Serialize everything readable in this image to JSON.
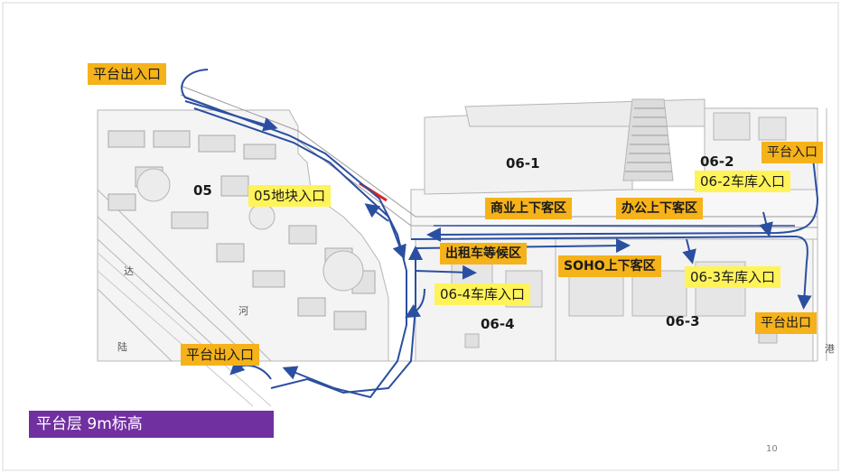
{
  "plots": {
    "p05": "05",
    "p061": "06-1",
    "p062": "06-2",
    "p063": "06-3",
    "p064": "06-4"
  },
  "labels": {
    "platform_exit_entry_top": "平台出入口",
    "platform_exit_entry_bottom": "平台出入口",
    "platform_entry": "平台入口",
    "platform_exit": "平台出口",
    "block05_entry": "05地块入口",
    "garage_062": "06-2车库入口",
    "garage_063": "06-3车库入口",
    "garage_064": "06-4车库入口",
    "commercial_dropoff": "商业上下客区",
    "office_dropoff": "办公上下客区",
    "taxi_waiting": "出租车等候区",
    "soho_dropoff": "SOHO上下客区"
  },
  "road_chars": {
    "da": "达",
    "he": "河",
    "lu": "陆",
    "gang": "港"
  },
  "legend": {
    "title": "平台层  9m标高"
  },
  "page": {
    "number": "10"
  },
  "colors": {
    "route": "#2b4fa0",
    "orange_label": "#f5b21a",
    "yellow_label": "#fff35a",
    "legend_bg": "#7030a0"
  }
}
